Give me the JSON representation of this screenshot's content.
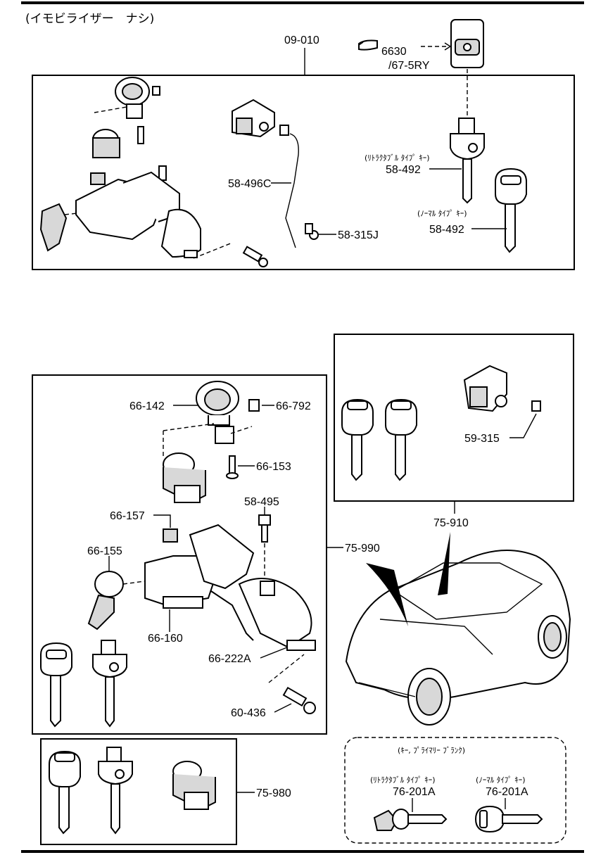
{
  "title": "(イモビライザー　ナシ)",
  "ref": {
    "code": "6630",
    "sub": "/67-5RY"
  },
  "top_group": {
    "label": "09-010",
    "parts": {
      "p58_496c": "58-496C",
      "p58_315j": "58-315J",
      "p58_492_retract": "58-492",
      "p58_492_normal": "58-492"
    },
    "notes": {
      "retract": "(ﾘﾄﾗｸﾀﾌﾞﾙ ﾀｲﾌﾟ ｷｰ)",
      "normal": "(ﾉｰﾏﾙ ﾀｲﾌﾟ ｷｰ)"
    }
  },
  "main_group": {
    "label": "75-990",
    "parts": {
      "p66_142": "66-142",
      "p66_792": "66-792",
      "p66_153": "66-153",
      "p58_495": "58-495",
      "p66_157": "66-157",
      "p66_155": "66-155",
      "p66_160": "66-160",
      "p66_222a": "66-222A",
      "p60_436": "60-436"
    }
  },
  "door_group": {
    "label": "75-910",
    "part": "59-315"
  },
  "lower_group": {
    "label": "75-980"
  },
  "blank_group": {
    "title": "(ｷｰ, ﾌﾟﾗｲﾏﾘｰ ﾌﾞﾗﾝｸ)",
    "retract_note": "(ﾘﾄﾗｸﾀﾌﾞﾙ ﾀｲﾌﾟ ｷｰ)",
    "retract_part": "76-201A",
    "normal_note": "(ﾉｰﾏﾙ ﾀｲﾌﾟ ｷｰ)",
    "normal_part": "76-201A"
  }
}
